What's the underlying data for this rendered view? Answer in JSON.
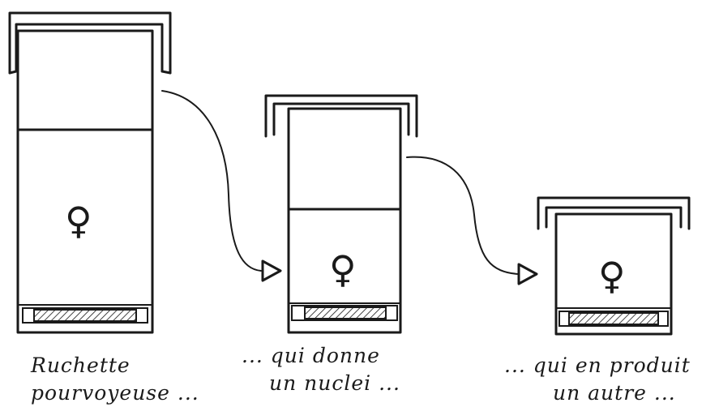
{
  "diagram": {
    "hives": [
      {
        "name": "ruchette-pourvoyeuse",
        "queen_symbol": "♀"
      },
      {
        "name": "nuclei-1",
        "queen_symbol": "♀"
      },
      {
        "name": "nuclei-2",
        "queen_symbol": "♀"
      }
    ],
    "captions": [
      {
        "line1": "Ruchette",
        "line2": "pourvoyeuse ..."
      },
      {
        "line1": "... qui donne",
        "line2": "un nuclei ..."
      },
      {
        "line1": "... qui en produit",
        "line2": "un autre ..."
      }
    ],
    "colors": {
      "ink": "#1a1a1a",
      "paper": "#ffffff"
    }
  }
}
